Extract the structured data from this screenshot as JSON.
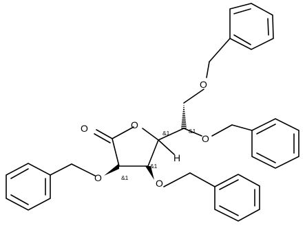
{
  "structure": {
    "atom_labels": {
      "carbonyl_o": "O",
      "ring_o": "O",
      "o_top": "O",
      "o_right": "O",
      "o_left": "O",
      "o_bottom": "O",
      "h": "H"
    },
    "stereo_labels": {
      "c4": "&1",
      "c5": "&1",
      "c3": "&1",
      "c2": "&1"
    }
  }
}
